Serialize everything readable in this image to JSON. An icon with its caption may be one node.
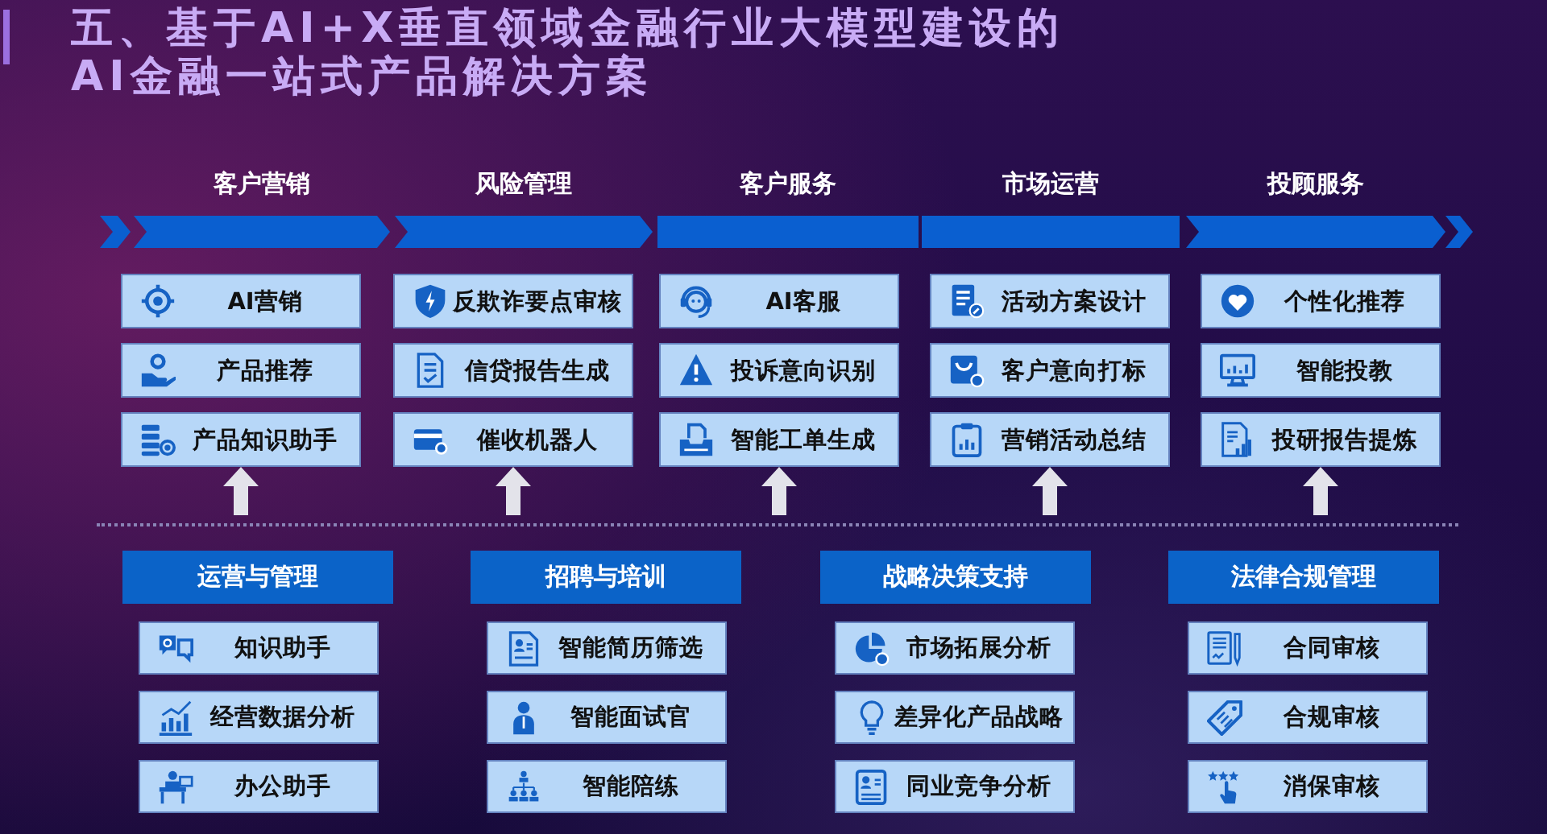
{
  "diagram": {
    "title": "五、基于AI+X垂直领域金融行业大模型建设的AI金融一站式产品解决方案",
    "nodes": [
      {
        "text": [
          "客户营销"
        ]
      },
      {
        "text": [
          "AI营销"
        ]
      },
      {
        "text": [
          "产品推荐"
        ]
      },
      {
        "text": [
          "产品知识助手"
        ]
      },
      {
        "text": [
          "风险管理"
        ]
      },
      {
        "text": [
          "反欺诈要点审核"
        ]
      },
      {
        "text": [
          "信贷报告生成"
        ]
      },
      {
        "text": [
          "催收机器人"
        ]
      },
      {
        "text": [
          "客户服务"
        ]
      },
      {
        "text": [
          "AI客服"
        ]
      },
      {
        "text": [
          "投诉意向识别"
        ]
      },
      {
        "text": [
          "智能工单生成"
        ]
      },
      {
        "text": [
          "市场运营"
        ]
      },
      {
        "text": [
          "活动方案设计"
        ]
      },
      {
        "text": [
          "客户意向打标"
        ]
      },
      {
        "text": [
          "营销活动总结"
        ]
      },
      {
        "text": [
          "投顾服务"
        ]
      },
      {
        "text": [
          "个性化推荐"
        ]
      },
      {
        "text": [
          "智能投教"
        ]
      },
      {
        "text": [
          "投研报告提炼"
        ]
      },
      {
        "text": [
          "运营与管理"
        ]
      },
      {
        "text": [
          "知识助手"
        ]
      },
      {
        "text": [
          "经营数据分析"
        ]
      },
      {
        "text": [
          "办公助手"
        ]
      },
      {
        "text": [
          "招聘与培训"
        ]
      },
      {
        "text": [
          "智能简历筛选"
        ]
      },
      {
        "text": [
          "智能面试官"
        ]
      },
      {
        "text": [
          "智能陪练"
        ]
      },
      {
        "text": [
          "战略决策支持"
        ]
      },
      {
        "text": [
          "市场拓展分析"
        ]
      },
      {
        "text": [
          "差异化产品战略"
        ]
      },
      {
        "text": [
          "同业竞争分析"
        ]
      },
      {
        "text": [
          "法律合规管理"
        ]
      },
      {
        "text": [
          "合同审核"
        ]
      },
      {
        "text": [
          "合规审核"
        ]
      },
      {
        "text": [
          "消保审核"
        ]
      }
    ],
    "edges": [
      {
        "from": null,
        "to": 3,
        "arrow": "to"
      },
      {
        "from": null,
        "to": 7,
        "arrow": "to"
      },
      {
        "from": null,
        "to": 11,
        "arrow": "to"
      },
      {
        "from": null,
        "to": 15,
        "arrow": "to"
      },
      {
        "from": null,
        "to": 19,
        "arrow": "to"
      }
    ]
  }
}
